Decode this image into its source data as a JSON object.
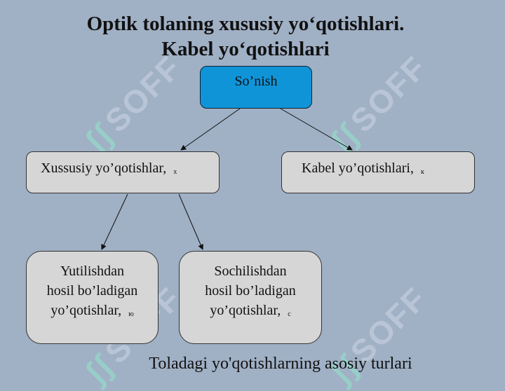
{
  "watermark": {
    "text": "SOFF"
  },
  "title": {
    "line1": "Optik tolaning xususiy yo‘qotishlari.",
    "line2": "Kabel yo‘qotishlari"
  },
  "diagram": {
    "root": {
      "label": "So’nish"
    },
    "intrinsic": {
      "label": "Xussusiy yo’qotishlar,",
      "marker": "х"
    },
    "cable": {
      "label": "Kabel yo’qotishlari,",
      "marker": "к"
    },
    "absorption": {
      "line1": "Yutilishdan",
      "line2": "hosil bo’ladigan",
      "line3": "yo’qotishlar,",
      "marker": "ю"
    },
    "scattering": {
      "line1": "Sochilishdan",
      "line2": "hosil bo’ladigan",
      "line3": "yo’qotishlar,",
      "marker": "с"
    }
  },
  "caption": "Toladagi yo'qotishlarning asosiy turlari"
}
